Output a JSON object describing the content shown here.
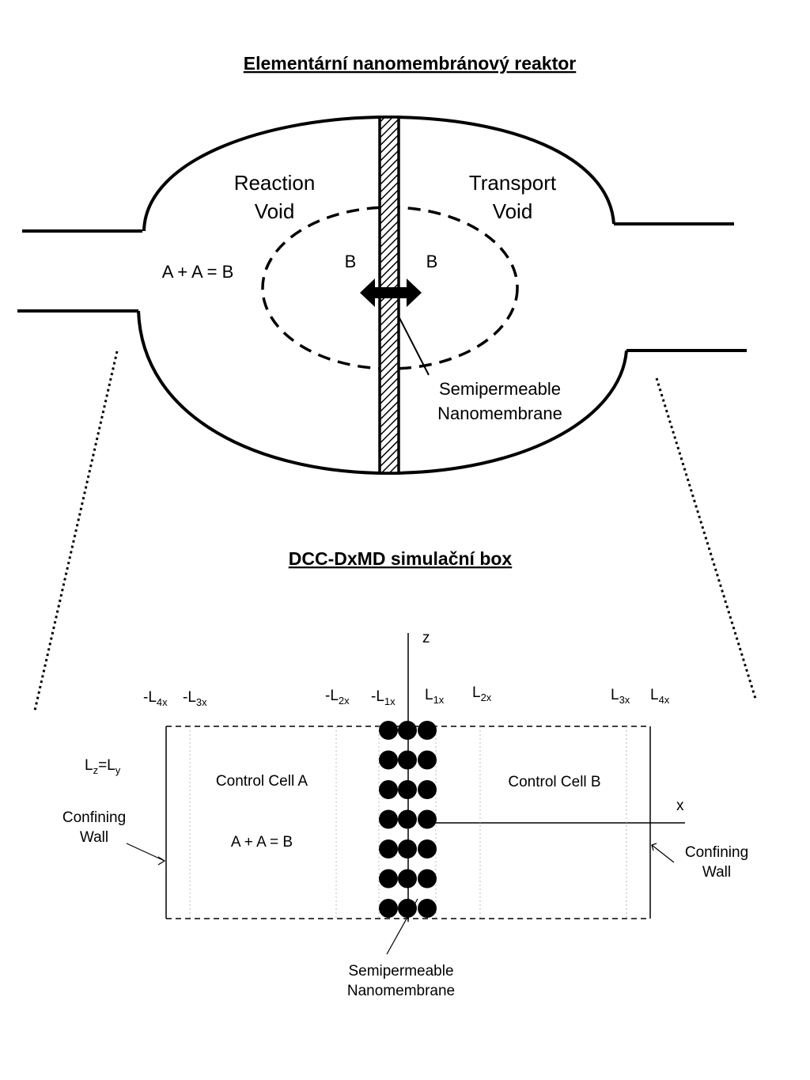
{
  "reactor": {
    "title": "Elementární nanomembránový reaktor",
    "reaction_void": [
      "Reaction",
      "Void"
    ],
    "transport_void": [
      "Transport",
      "Void"
    ],
    "reaction_equation": "A + A = B",
    "species_left": "B",
    "species_right": "B",
    "membrane_label": [
      "Semipermeable",
      "Nanomembrane"
    ]
  },
  "sim_box": {
    "title": "DCC-DxMD simulační box",
    "axis_z": "z",
    "axis_x": "x",
    "boundaries": [
      {
        "pre": "-L",
        "sub": "4x"
      },
      {
        "pre": "-L",
        "sub": "3x"
      },
      {
        "pre": "-L",
        "sub": "2x"
      },
      {
        "pre": "-L",
        "sub": "1x"
      },
      {
        "pre": "L",
        "sub": "1x"
      },
      {
        "pre": "L",
        "sub": "2x"
      },
      {
        "pre": "L",
        "sub": "3x"
      },
      {
        "pre": "L",
        "sub": "4x"
      }
    ],
    "lz_label": {
      "a": "L",
      "a_sub": "z",
      "eq": "=L",
      "b_sub": "y"
    },
    "control_cell_a": "Control Cell A",
    "control_cell_b": "Control Cell B",
    "equation": "A + A = B",
    "confining_wall_left": [
      "Confining",
      "Wall"
    ],
    "confining_wall_right": [
      "Confining",
      "Wall"
    ],
    "membrane_label": [
      "Semipermeable",
      "Nanomembrane"
    ]
  }
}
